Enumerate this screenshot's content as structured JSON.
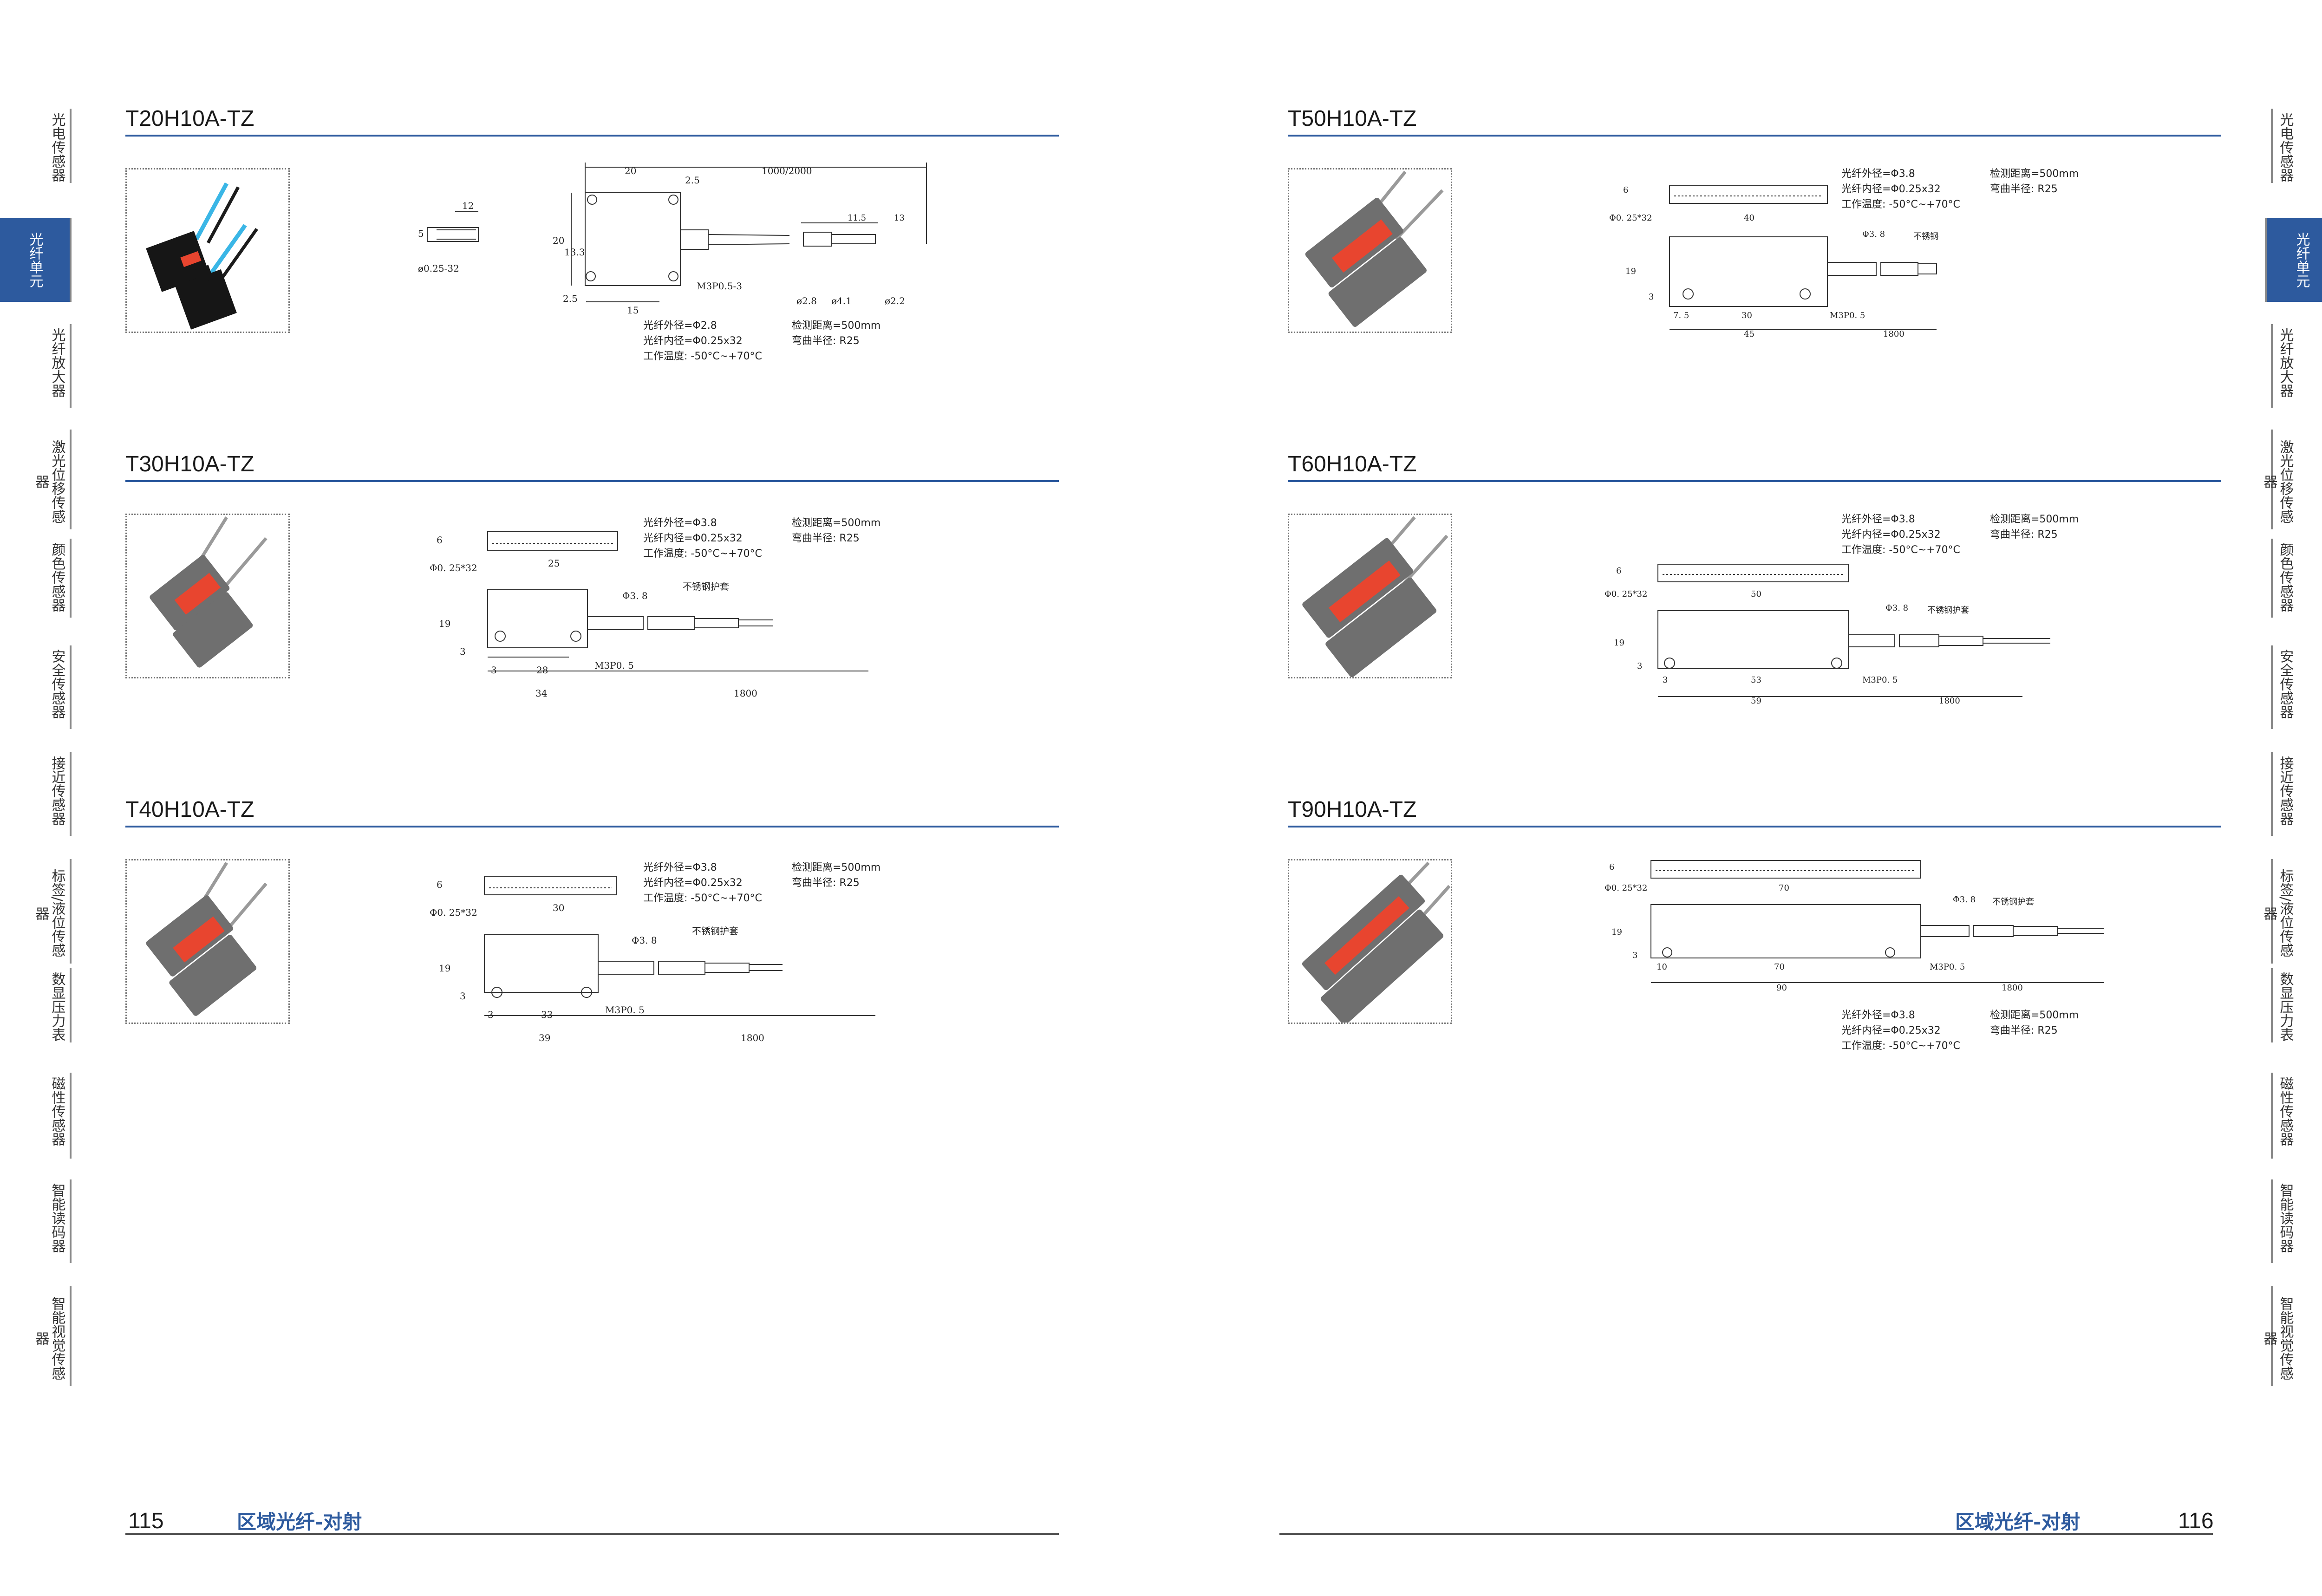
{
  "left_sidebar": [
    {
      "label": "光电传感器",
      "active": false
    },
    {
      "label": "光纤单元",
      "active": true
    },
    {
      "label": "光纤放大器",
      "active": false
    },
    {
      "label": "激光位移传感器",
      "active": false
    },
    {
      "label": "颜色传感器",
      "active": false
    },
    {
      "label": "安全传感器",
      "active": false
    },
    {
      "label": "接近传感器",
      "active": false
    },
    {
      "label": "标签/液位传感器",
      "active": false
    },
    {
      "label": "数显压力表",
      "active": false
    },
    {
      "label": "磁性传感器",
      "active": false
    },
    {
      "label": "智能读码器",
      "active": false
    },
    {
      "label": "智能视觉传感器",
      "active": false
    }
  ],
  "right_sidebar": [
    {
      "label": "光电传感器",
      "active": false
    },
    {
      "label": "光纤单元",
      "active": true
    },
    {
      "label": "光纤放大器",
      "active": false
    },
    {
      "label": "激光位移传感器",
      "active": false
    },
    {
      "label": "颜色传感器",
      "active": false
    },
    {
      "label": "安全传感器",
      "active": false
    },
    {
      "label": "接近传感器",
      "active": false
    },
    {
      "label": "标签/液位传感器",
      "active": false
    },
    {
      "label": "数显压力表",
      "active": false
    },
    {
      "label": "磁性传感器",
      "active": false
    },
    {
      "label": "智能读码器",
      "active": false
    },
    {
      "label": "智能视觉传感器",
      "active": false
    }
  ],
  "products": {
    "t20": {
      "title": "T20H10A-TZ",
      "spec1": "光纤外径=Φ2.8",
      "spec2": "光纤内径=Φ0.25x32",
      "spec3": "工作温度: -50°C~+70°C",
      "spec4": "检测距离=500mm",
      "spec5": "弯曲半径: R25",
      "dims": {
        "w20": "20",
        "cable": "1000/2000",
        "d25a": "2.5",
        "d12": "12",
        "d5": "5",
        "h20": "20",
        "h133": "13.3",
        "d25b": "2.5",
        "d15": "15",
        "fiber": "ø0.25-32",
        "screw": "M3P0.5-3",
        "d115": "11.5",
        "d13": "13",
        "p28": "ø2.8",
        "p41": "ø4.1",
        "p22": "ø2.2"
      }
    },
    "t30": {
      "title": "T30H10A-TZ",
      "spec1": "光纤外径=Φ3.8",
      "spec2": "光纤内径=Φ0.25x32",
      "spec3": "工作温度: -50°C~+70°C",
      "spec4": "检测距离=500mm",
      "spec5": "弯曲半径: R25",
      "dims": {
        "h6": "6",
        "fiber": "Φ0. 25*32",
        "len": "25",
        "h19": "19",
        "h3": "3",
        "dia": "Φ3. 8",
        "sleeve": "不锈钢护套",
        "d3": "3",
        "pitch": "28",
        "screw": "M3P0. 5",
        "body": "34",
        "cable": "1800"
      }
    },
    "t40": {
      "title": "T40H10A-TZ",
      "spec1": "光纤外径=Φ3.8",
      "spec2": "光纤内径=Φ0.25x32",
      "spec3": "工作温度: -50°C~+70°C",
      "spec4": "检测距离=500mm",
      "spec5": "弯曲半径: R25",
      "dims": {
        "h6": "6",
        "fiber": "Φ0. 25*32",
        "len": "30",
        "h19": "19",
        "h3": "3",
        "dia": "Φ3. 8",
        "sleeve": "不锈钢护套",
        "d3": "3",
        "pitch": "33",
        "screw": "M3P0. 5",
        "body": "39",
        "cable": "1800"
      }
    },
    "t50": {
      "title": "T50H10A-TZ",
      "spec1": "光纤外径=Φ3.8",
      "spec2": "光纤内径=Φ0.25x32",
      "spec3": "工作温度: -50°C~+70°C",
      "spec4": "检测距离=500mm",
      "spec5": "弯曲半径: R25",
      "dims": {
        "h6": "6",
        "fiber": "Φ0. 25*32",
        "len": "40",
        "h19": "19",
        "h3": "3",
        "dia": "Φ3. 8",
        "sleeve": "不锈钢护套",
        "d3": "7. 5",
        "pitch": "30",
        "screw": "M3P0. 5",
        "body": "45",
        "cable": "1800"
      }
    },
    "t60": {
      "title": "T60H10A-TZ",
      "spec1": "光纤外径=Φ3.8",
      "spec2": "光纤内径=Φ0.25x32",
      "spec3": "工作温度: -50°C~+70°C",
      "spec4": "检测距离=500mm",
      "spec5": "弯曲半径: R25",
      "dims": {
        "h6": "6",
        "fiber": "Φ0. 25*32",
        "len": "50",
        "h19": "19",
        "h3": "3",
        "dia": "Φ3. 8",
        "sleeve": "不锈钢护套",
        "d3": "3",
        "pitch": "53",
        "screw": "M3P0. 5",
        "body": "59",
        "cable": "1800"
      }
    },
    "t90": {
      "title": "T90H10A-TZ",
      "spec1": "光纤外径=Φ3.8",
      "spec2": "光纤内径=Φ0.25x32",
      "spec3": "工作温度: -50°C~+70°C",
      "spec4": "检测距离=500mm",
      "spec5": "弯曲半径: R25",
      "dims": {
        "h6": "6",
        "fiber": "Φ0. 25*32",
        "len": "70",
        "h19": "19",
        "h3": "3",
        "dia": "Φ3. 8",
        "sleeve": "不锈钢护套",
        "d3": "10",
        "pitch": "70",
        "screw": "M3P0. 5",
        "body": "90",
        "cable": "1800"
      }
    }
  },
  "footer": {
    "left_page": "115",
    "left_title": "区域光纤-对射",
    "right_page": "116",
    "right_title": "区域光纤-对射"
  },
  "colors": {
    "accent": "#2d5a9e",
    "red": "#e8452f",
    "body_gray": "#6f6f6f",
    "cable_blue": "#3ab6e6"
  }
}
